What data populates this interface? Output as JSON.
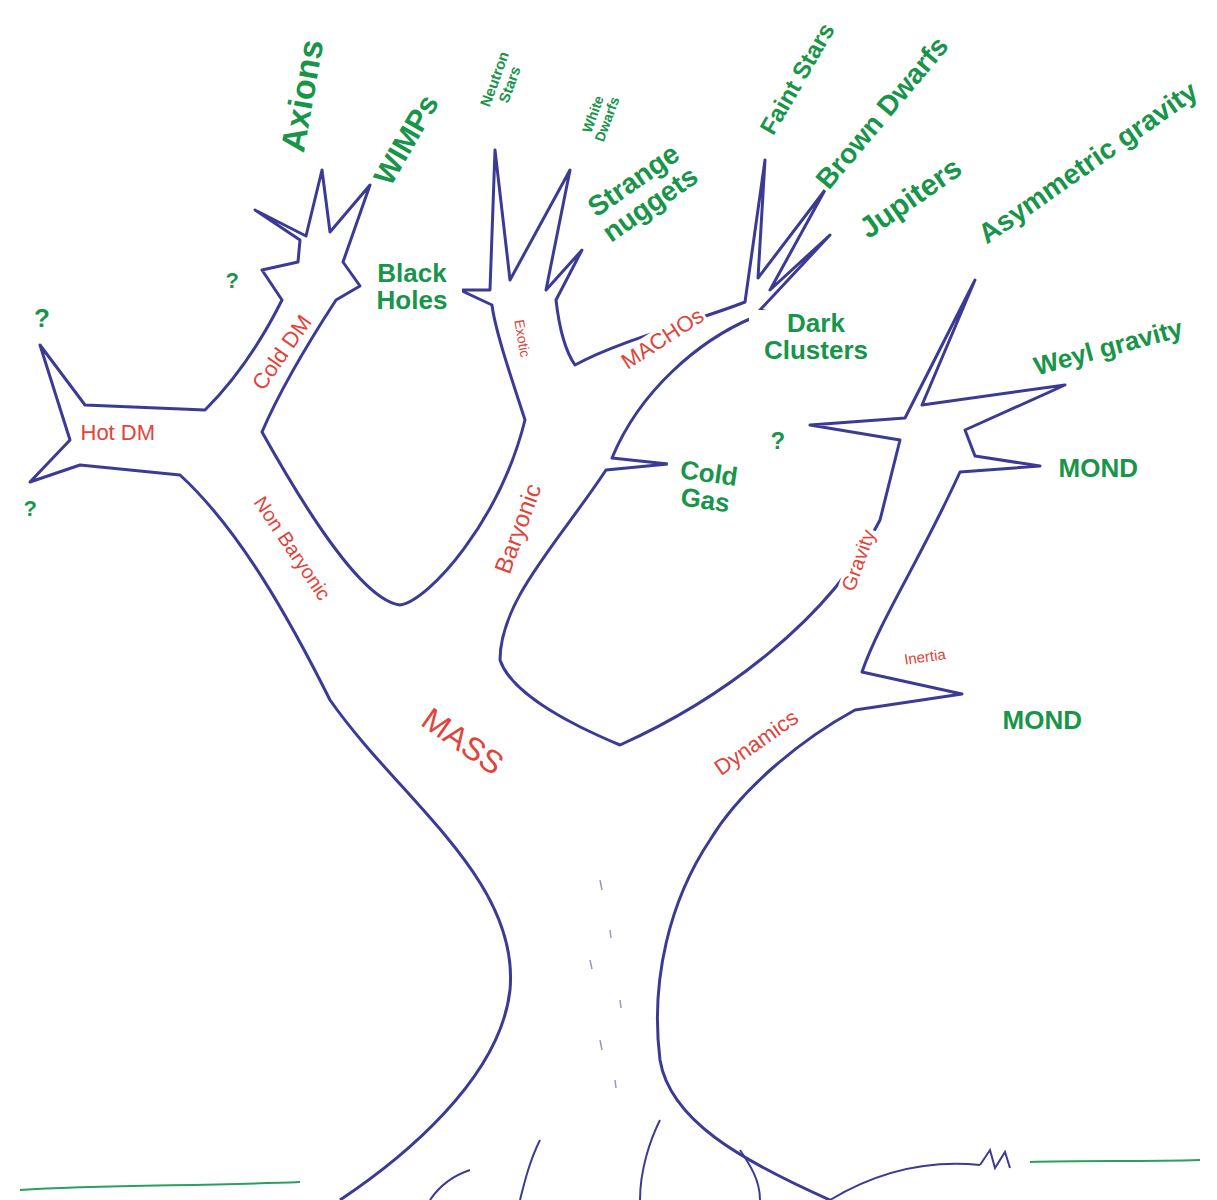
{
  "diagram": {
    "labels": [
      "Hot DM",
      "Cold DM",
      "Non Baryonic",
      "Exotic",
      "MACHOs",
      "Baryonic",
      "MASS",
      "Dynamics",
      "Gravity",
      "Inertia",
      "Axions",
      "WIMPs",
      "Neutron Stars",
      "White Dwarfs",
      "Strange nuggets",
      "Faint Stars",
      "Brown Dwarfs",
      "Jupiters",
      "Asymmetric gravity",
      "Black Holes",
      "Dark Clusters",
      "Cold Gas",
      "Weyl gravity",
      "MOND",
      "MOND",
      "?",
      "?",
      "?",
      "?"
    ]
  }
}
